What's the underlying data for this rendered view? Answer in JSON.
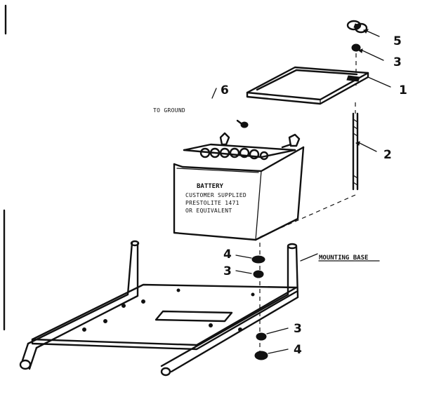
{
  "callouts": {
    "c1": "1",
    "c2": "2",
    "c3_top": "3",
    "c3_mid": "3",
    "c3_low": "3",
    "c4_mid": "4",
    "c4_low": "4",
    "c5": "5",
    "c6": "6"
  },
  "labels": {
    "to_ground": "TO GROUND",
    "mounting_base": "MOUNTING BASE",
    "battery_line1": "BATTERY",
    "battery_line2": "CUSTOMER SUPPLIED",
    "battery_line3": "PRESTOLITE 1471",
    "battery_line4": "OR EQUIVALENT"
  }
}
